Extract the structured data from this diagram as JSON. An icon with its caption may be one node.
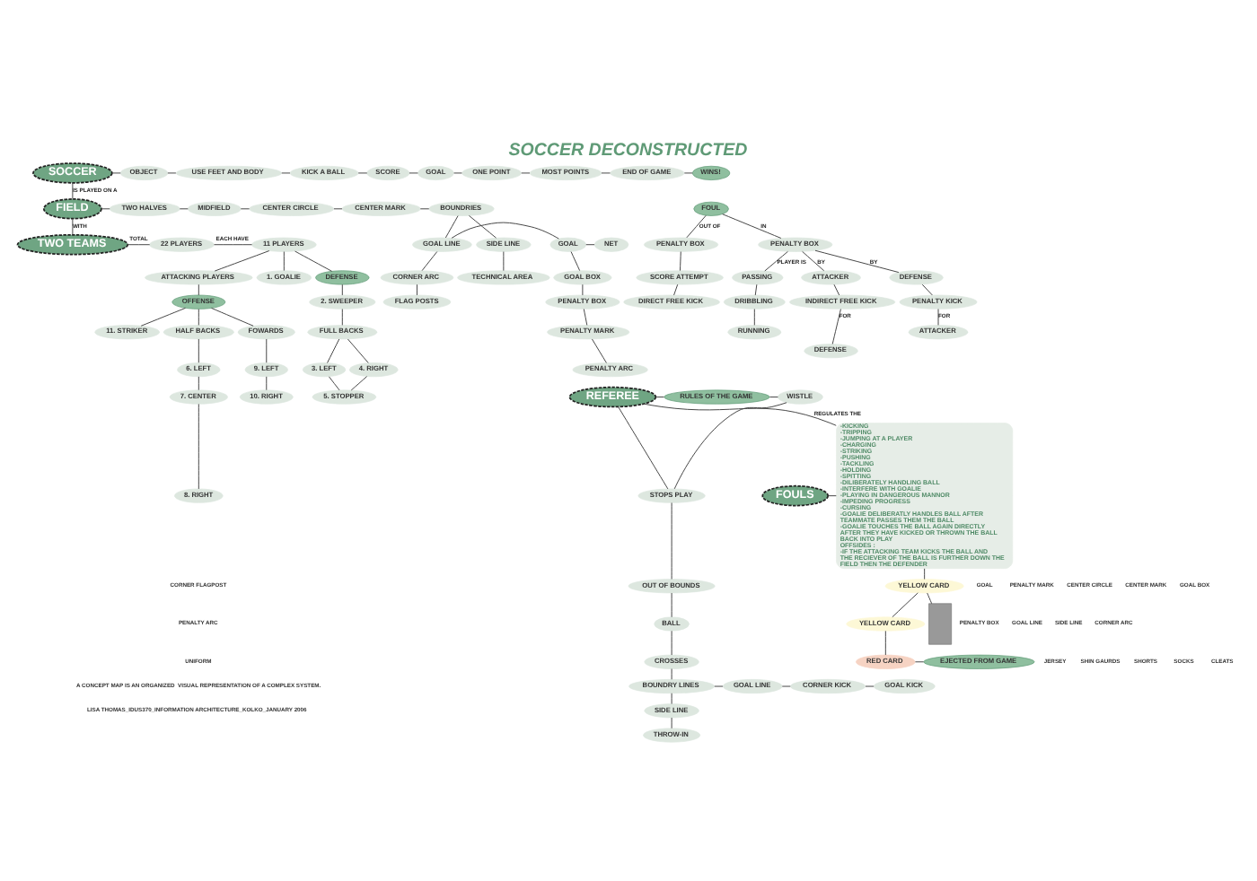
{
  "diagram": {
    "title": "SOCCER DECONSTRUCTED",
    "nodes": [
      {
        "text": [
          "SOCCER"
        ]
      },
      {
        "text": [
          "OBJECT"
        ]
      },
      {
        "text": [
          "USE FEET AND BODY"
        ]
      },
      {
        "text": [
          "KICK A BALL"
        ]
      },
      {
        "text": [
          "SCORE"
        ]
      },
      {
        "text": [
          "GOAL"
        ]
      },
      {
        "text": [
          "ONE POINT"
        ]
      },
      {
        "text": [
          "MOST POINTS"
        ]
      },
      {
        "text": [
          "END OF GAME"
        ]
      },
      {
        "text": [
          "WINS!"
        ]
      },
      {
        "text": [
          "FIELD"
        ]
      },
      {
        "text": [
          "TWO HALVES"
        ]
      },
      {
        "text": [
          "MIDFIELD"
        ]
      },
      {
        "text": [
          "CENTER CIRCLE"
        ]
      },
      {
        "text": [
          "CENTER MARK"
        ]
      },
      {
        "text": [
          "BOUNDRIES"
        ]
      },
      {
        "text": [
          "SIDE LINE"
        ]
      },
      {
        "text": [
          "TECHNICAL AREA"
        ]
      },
      {
        "text": [
          "GOAL LINE"
        ]
      },
      {
        "text": [
          "CORNER ARC"
        ]
      },
      {
        "text": [
          "FLAG POSTS"
        ]
      },
      {
        "text": [
          "GOAL"
        ]
      },
      {
        "text": [
          "NET"
        ]
      },
      {
        "text": [
          "GOAL BOX"
        ]
      },
      {
        "text": [
          "PENALTY BOX"
        ]
      },
      {
        "text": [
          "PENALTY MARK"
        ]
      },
      {
        "text": [
          "PENALTY ARC"
        ]
      },
      {
        "text": [
          "TWO TEAMS"
        ]
      },
      {
        "text": [
          "22 PLAYERS"
        ]
      },
      {
        "text": [
          "11 PLAYERS"
        ]
      },
      {
        "text": [
          "ATTACKING PLAYERS"
        ]
      },
      {
        "text": [
          "1. GOALIE"
        ]
      },
      {
        "text": [
          "DEFENSE"
        ]
      },
      {
        "text": [
          "OFFENSE"
        ]
      },
      {
        "text": [
          "HALF BACKS"
        ]
      },
      {
        "text": [
          "FOWARDS"
        ]
      },
      {
        "text": [
          "11. STRIKER"
        ]
      },
      {
        "text": [
          "6. LEFT"
        ]
      },
      {
        "text": [
          "7. CENTER"
        ]
      },
      {
        "text": [
          "8. RIGHT"
        ]
      },
      {
        "text": [
          "9. LEFT"
        ]
      },
      {
        "text": [
          "10. RIGHT"
        ]
      },
      {
        "text": [
          "2. SWEEPER"
        ]
      },
      {
        "text": [
          "FULL BACKS"
        ]
      },
      {
        "text": [
          "3. LEFT"
        ]
      },
      {
        "text": [
          "4. RIGHT"
        ]
      },
      {
        "text": [
          "5. STOPPER"
        ]
      },
      {
        "text": [
          "REFEREE"
        ]
      },
      {
        "text": [
          "RULES OF THE GAME"
        ]
      },
      {
        "text": [
          "WISTLE"
        ]
      },
      {
        "text": [
          "STOPS PLAY"
        ]
      },
      {
        "text": [
          "OUT OF BOUNDS"
        ]
      },
      {
        "text": [
          "BALL"
        ]
      },
      {
        "text": [
          "CROSSES"
        ]
      },
      {
        "text": [
          "BOUNDRY LINES"
        ]
      },
      {
        "text": [
          "SIDE LINE"
        ]
      },
      {
        "text": [
          "THROW-IN"
        ]
      },
      {
        "text": [
          "GOAL LINE"
        ]
      },
      {
        "text": [
          "CORNER KICK"
        ]
      },
      {
        "text": [
          "GOAL KICK"
        ]
      },
      {
        "text": [
          "FOULS"
        ]
      },
      {
        "text": [
          "-KICKING",
          "-TRIPPING",
          "-JUMPING AT A PLAYER",
          "-CHARGING",
          "-STRIKING",
          "-PUSHING",
          "-TACKLING",
          "-HOLDING",
          "-SPITTING",
          "-DILIBERATELY HANDLING BALL",
          "-INTERFERE WITH GOALIE",
          "-PLAYING IN DANGEROUS MANNOR",
          "-IMPEDING PROGRESS",
          "-CURSING",
          "-GOALIE DELIBERATLY HANDLES BALL AFTER TEAMMATE PASSES THEM THE BALL",
          "-GOALIE TOUCHES THE BALL AGAIN DIRECTLY AFTER THEY HAVE KICKED OR THROWN THE BALL BACK INTO PLAY",
          "OFFSIDES :",
          "-IF THE ATTACKING TEAM KICKS THE BALL AND THE RECIEVER OF THE BALL IS FURTHER DOWN THE FIELD THEN THE DEFENDER"
        ]
      },
      {
        "text": [
          "FOUL"
        ]
      },
      {
        "text": [
          "PENALTY BOX"
        ]
      },
      {
        "text": [
          "PENALTY BOX"
        ]
      },
      {
        "text": [
          "DEFENSE"
        ]
      },
      {
        "text": [
          "PENALTY KICK"
        ]
      },
      {
        "text": [
          "ATTACKER"
        ]
      },
      {
        "text": [
          "PASSING"
        ]
      },
      {
        "text": [
          "DRIBBLING"
        ]
      },
      {
        "text": [
          "RUNNING"
        ]
      },
      {
        "text": [
          "ATTACKER"
        ]
      },
      {
        "text": [
          "INDIRECT FREE KICK"
        ]
      },
      {
        "text": [
          "DEFENSE"
        ]
      },
      {
        "text": [
          "SCORE ATTEMPT"
        ]
      },
      {
        "text": [
          "DIRECT FREE KICK"
        ]
      },
      {
        "text": [
          "YELLOW CARD"
        ]
      },
      {
        "text": [
          "YELLOW CARD"
        ]
      },
      {
        "text": [
          "RED CARD"
        ]
      },
      {
        "text": [
          "EJECTED FROM GAME"
        ]
      },
      {
        "text": [],
        "shape": "person"
      }
    ],
    "edges": [
      {
        "from": 0,
        "to": 1,
        "arrow": "none"
      },
      {
        "from": 1,
        "to": 2,
        "arrow": "none"
      },
      {
        "from": 2,
        "to": 3,
        "arrow": "none"
      },
      {
        "from": 3,
        "to": 4,
        "arrow": "none"
      },
      {
        "from": 4,
        "to": 5,
        "arrow": "none"
      },
      {
        "from": 5,
        "to": 6,
        "arrow": "none"
      },
      {
        "from": 6,
        "to": 7,
        "arrow": "none"
      },
      {
        "from": 7,
        "to": 8,
        "arrow": "none"
      },
      {
        "from": 8,
        "to": 9,
        "arrow": "none"
      },
      {
        "from": 0,
        "to": 10,
        "arrow": "none",
        "label": "IS PLAYED ON A"
      },
      {
        "from": 10,
        "to": 11,
        "arrow": "none"
      },
      {
        "from": 11,
        "to": 12,
        "arrow": "none"
      },
      {
        "from": 12,
        "to": 13,
        "arrow": "none"
      },
      {
        "from": 13,
        "to": 14,
        "arrow": "none"
      },
      {
        "from": 14,
        "to": 15,
        "arrow": "none"
      },
      {
        "from": 15,
        "to": 16,
        "arrow": "none"
      },
      {
        "from": 15,
        "to": 18,
        "arrow": "none"
      },
      {
        "from": 16,
        "to": 17,
        "arrow": "none"
      },
      {
        "from": 18,
        "to": 19,
        "arrow": "none"
      },
      {
        "from": 19,
        "to": 20,
        "arrow": "none"
      },
      {
        "from": 18,
        "to": 21,
        "arrow": "none"
      },
      {
        "from": 21,
        "to": 22,
        "arrow": "none"
      },
      {
        "from": 21,
        "to": 23,
        "arrow": "none"
      },
      {
        "from": 23,
        "to": 24,
        "arrow": "none"
      },
      {
        "from": 24,
        "to": 25,
        "arrow": "none"
      },
      {
        "from": 25,
        "to": 26,
        "arrow": "none"
      },
      {
        "from": 10,
        "to": 27,
        "arrow": "none",
        "label": "WITH"
      },
      {
        "from": 27,
        "to": 28,
        "arrow": "none",
        "label": "TOTAL"
      },
      {
        "from": 28,
        "to": 29,
        "arrow": "none",
        "label": "EACH HAVE"
      },
      {
        "from": 29,
        "to": 30,
        "arrow": "none"
      },
      {
        "from": 29,
        "to": 31,
        "arrow": "none"
      },
      {
        "from": 29,
        "to": 32,
        "arrow": "none"
      },
      {
        "from": 30,
        "to": 33,
        "arrow": "none"
      },
      {
        "from": 33,
        "to": 34,
        "arrow": "none"
      },
      {
        "from": 33,
        "to": 35,
        "arrow": "none"
      },
      {
        "from": 33,
        "to": 36,
        "arrow": "none"
      },
      {
        "from": 34,
        "to": 37,
        "arrow": "none"
      },
      {
        "from": 37,
        "to": 38,
        "arrow": "none"
      },
      {
        "from": 38,
        "to": 39,
        "arrow": "none"
      },
      {
        "from": 35,
        "to": 40,
        "arrow": "none"
      },
      {
        "from": 40,
        "to": 41,
        "arrow": "none"
      },
      {
        "from": 32,
        "to": 42,
        "arrow": "none"
      },
      {
        "from": 42,
        "to": 43,
        "arrow": "none"
      },
      {
        "from": 43,
        "to": 44,
        "arrow": "none"
      },
      {
        "from": 43,
        "to": 45,
        "arrow": "none"
      },
      {
        "from": 44,
        "to": 46,
        "arrow": "none"
      },
      {
        "from": 45,
        "to": 46,
        "arrow": "none"
      },
      {
        "from": 47,
        "to": 48,
        "arrow": "none"
      },
      {
        "from": 48,
        "to": 49,
        "arrow": "none"
      },
      {
        "from": 49,
        "to": 50,
        "arrow": "none"
      },
      {
        "from": 47,
        "to": 50,
        "arrow": "none"
      },
      {
        "from": 50,
        "to": 51,
        "arrow": "none"
      },
      {
        "from": 51,
        "to": 52,
        "arrow": "none"
      },
      {
        "from": 52,
        "to": 53,
        "arrow": "none"
      },
      {
        "from": 53,
        "to": 54,
        "arrow": "none"
      },
      {
        "from": 54,
        "to": 55,
        "arrow": "none"
      },
      {
        "from": 54,
        "to": 57,
        "arrow": "none"
      },
      {
        "from": 55,
        "to": 56,
        "arrow": "none"
      },
      {
        "from": 57,
        "to": 58,
        "arrow": "none"
      },
      {
        "from": 58,
        "to": 59,
        "arrow": "none"
      },
      {
        "from": 47,
        "to": 61,
        "arrow": "none",
        "label": "REGULATES THE"
      },
      {
        "from": 60,
        "to": 61,
        "arrow": "none"
      },
      {
        "from": 61,
        "to": 76,
        "arrow": "none"
      },
      {
        "from": 76,
        "to": 77,
        "arrow": "none"
      },
      {
        "from": 77,
        "to": 78,
        "arrow": "none"
      },
      {
        "from": 78,
        "to": 79,
        "arrow": "none"
      },
      {
        "from": 76,
        "to": 80,
        "arrow": "none"
      },
      {
        "from": 62,
        "to": 63,
        "arrow": "none",
        "label": "IN"
      },
      {
        "from": 62,
        "to": 64,
        "arrow": "none",
        "label": "OUT OF"
      },
      {
        "from": 63,
        "to": 65,
        "arrow": "none",
        "label": "BY"
      },
      {
        "from": 63,
        "to": 68,
        "arrow": "none",
        "label": "PLAYER IS"
      },
      {
        "from": 63,
        "to": 71,
        "arrow": "none",
        "label": "BY"
      },
      {
        "from": 65,
        "to": 66,
        "arrow": "none"
      },
      {
        "from": 66,
        "to": 67,
        "arrow": "none",
        "label": "FOR"
      },
      {
        "from": 68,
        "to": 69,
        "arrow": "none"
      },
      {
        "from": 69,
        "to": 70,
        "arrow": "none"
      },
      {
        "from": 71,
        "to": 72,
        "arrow": "none"
      },
      {
        "from": 72,
        "to": 73,
        "arrow": "none",
        "label": "FOR"
      },
      {
        "from": 64,
        "to": 74,
        "arrow": "none"
      },
      {
        "from": 74,
        "to": 75,
        "arrow": "none"
      }
    ],
    "labels": [
      "A CONCEPT MAP IS AN ORGANIZED  VISUAL REPRESENTATION OF A COMPLEX SYSTEM.",
      "CORNER FLAGPOST",
      "GOAL",
      "PENALTY MARK",
      "CENTER CIRCLE",
      "CENTER MARK",
      "GOAL BOX",
      "PENALTY ARC",
      "PENALTY BOX",
      "GOAL LINE",
      "SIDE LINE",
      "CORNER ARC",
      "UNIFORM",
      "JERSEY",
      "SHIN GAURDS",
      "SHORTS",
      "SOCKS",
      "CLEATS",
      "LISA THOMAS_IDUS370_INFORMATION ARCHITECTURE_KOLKO_JANUARY 2006"
    ]
  }
}
